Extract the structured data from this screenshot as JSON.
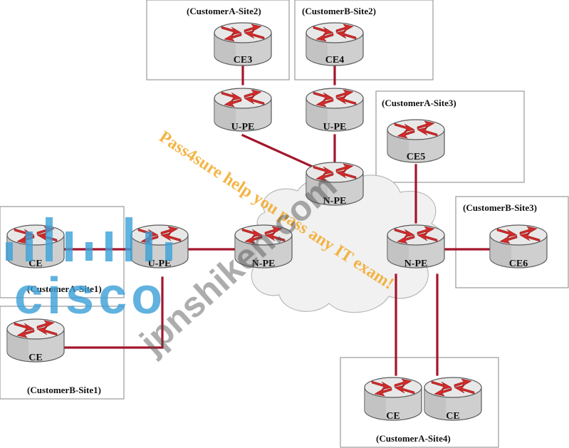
{
  "sites": {
    "a1": "(CustomerA-Site1)",
    "b1": "(CustomerB-Site1)",
    "a2": "(CustomerA-Site2)",
    "b2": "(CustomerB-Site2)",
    "a3": "(CustomerA-Site3)",
    "b3": "(CustomerB-Site3)",
    "a4": "(CustomerA-Site4)"
  },
  "routers": {
    "ce3": "CE3",
    "ce4": "CE4",
    "upe_top_left": "U-PE",
    "upe_top_right": "U-PE",
    "npe_top": "N-PE",
    "ce5": "CE5",
    "ce_a1": "CE",
    "upe_left": "U-PE",
    "npe_left": "N-PE",
    "npe_right": "N-PE",
    "ce6": "CE6",
    "ce_b1": "CE",
    "ce_a4_left": "CE",
    "ce_a4_right": "CE"
  },
  "watermarks": {
    "pass4sure": "Pass4sure help you pass any IT exam!",
    "jpnshiken": "jpnshiken.com",
    "cisco": "cisco"
  },
  "colors": {
    "link": "#a3162c",
    "router_arrow": "#d02a2a",
    "cisco_blue": "#3aa0d8",
    "watermark_orange": "#f2a928"
  }
}
